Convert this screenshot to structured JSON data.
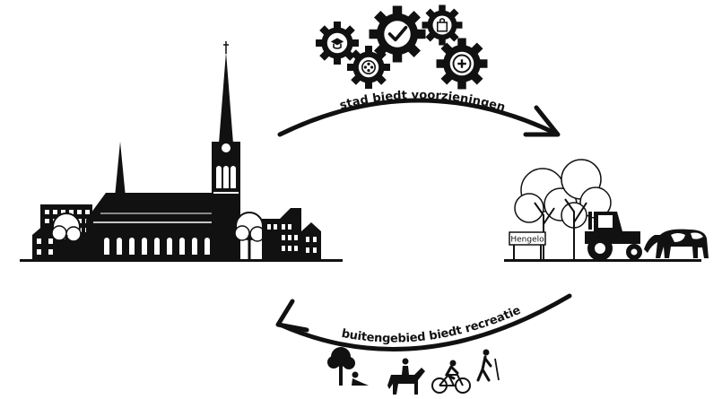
{
  "diagram": {
    "top_arrow_label": "stad biedt voorzieningen",
    "bottom_arrow_label": "buitengebied biedt recreatie",
    "town_sign_label": "Hengelo"
  },
  "gears": [
    {
      "icon": "graduation-cap-icon"
    },
    {
      "icon": "checkmark-icon"
    },
    {
      "icon": "shopping-bag-icon"
    },
    {
      "icon": "film-reel-icon"
    },
    {
      "icon": "plus-icon"
    }
  ],
  "recreation_icons": [
    "picnic-under-tree-icon",
    "horse-rider-icon",
    "cyclist-icon",
    "hiker-icon"
  ],
  "colors": {
    "ink": "#111111",
    "background": "#ffffff"
  }
}
